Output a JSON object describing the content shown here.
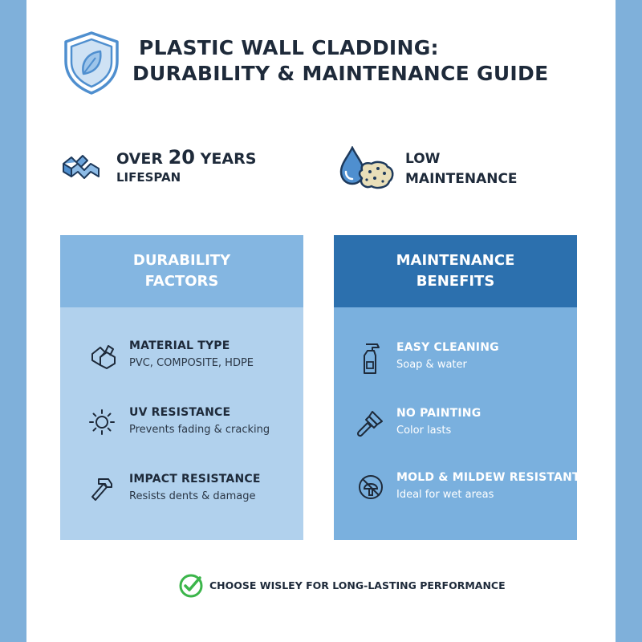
{
  "header": {
    "title_line1": "PLASTIC WALL CLADDING:",
    "title_line2": "DURABILITY & MAINTENANCE GUIDE",
    "icon": "shield-leaf-icon"
  },
  "stats": {
    "lifespan": {
      "prefix": "OVER",
      "number": "20",
      "suffix": "YEARS",
      "line2": "LIFESPAN",
      "icon": "panels-icon"
    },
    "maintenance": {
      "line1": "LOW",
      "line2": "MAINTENANCE",
      "icon": "water-sponge-icon"
    }
  },
  "panels": {
    "durability": {
      "title_line1": "DURABILITY",
      "title_line2": "FACTORS",
      "items": [
        {
          "name": "MATERIAL TYPE",
          "desc": "PVC, COMPOSITE, HDPE",
          "icon": "material-blocks-icon"
        },
        {
          "name": "UV RESISTANCE",
          "desc": "Prevents fading & cracking",
          "icon": "sun-icon"
        },
        {
          "name": "IMPACT RESISTANCE",
          "desc": "Resists dents & damage",
          "icon": "hammer-icon"
        }
      ]
    },
    "maintenance": {
      "title_line1": "MAINTENANCE",
      "title_line2": "BENEFITS",
      "items": [
        {
          "name": "EASY CLEANING",
          "desc": "Soap & water",
          "icon": "spray-bottle-icon"
        },
        {
          "name": "NO PAINTING",
          "desc": "Color lasts",
          "icon": "paintbrush-icon"
        },
        {
          "name": "MOLD & MILDEW RESISTANT",
          "desc": "Ideal for wet areas",
          "icon": "no-mold-icon"
        }
      ]
    }
  },
  "footer": {
    "text": "CHOOSE WISLEY FOR LONG-LASTING PERFORMANCE",
    "icon": "check-circle-icon"
  },
  "colors": {
    "background": "#7fb0da",
    "durability_header": "#84b6e1",
    "durability_body": "#b1d1ed",
    "maintenance_header": "#2c70ae",
    "maintenance_body": "#7ab0de",
    "accent_green": "#3bb54a"
  }
}
